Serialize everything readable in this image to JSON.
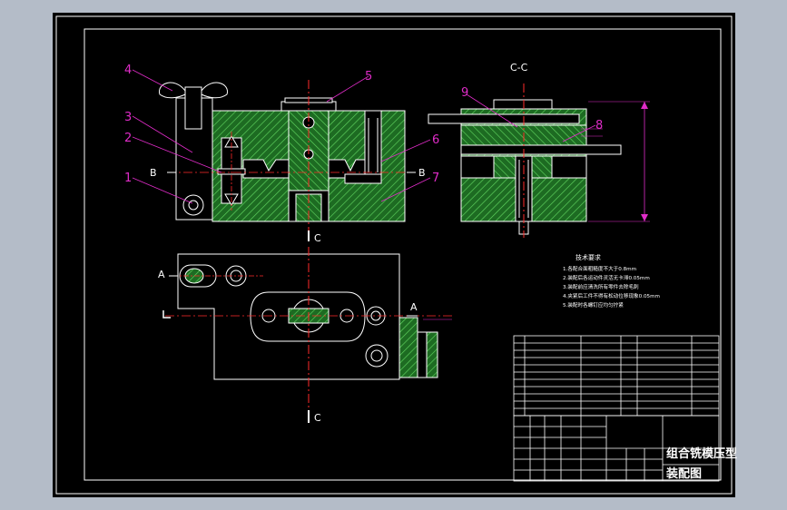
{
  "colors": {
    "canvas": "#b4bcc8",
    "paper": "#000000",
    "frame": "#ffffff",
    "outline": "#ffffff",
    "hatch_fill": "#1d6b22",
    "hatch_line": "#5fd35f",
    "center_line": "#ff2a2a",
    "leader": "#e02cc8",
    "dim_line": "#e02cc8",
    "bolt_fill": "#7a7a7a"
  },
  "view_labels": {
    "section_cc": "C-C",
    "cut_b_left": "B",
    "cut_b_right": "B",
    "cut_c_top": "C",
    "cut_c_bottom": "C",
    "cut_a_left": "A",
    "cut_a_right": "A"
  },
  "balloons": [
    "1",
    "2",
    "3",
    "4",
    "5",
    "6",
    "7",
    "8",
    "9"
  ],
  "tech_notes": {
    "title": "技术要求",
    "lines": [
      "1.各配合面粗糙度不大于0.8mm",
      "2.装配后各运动件灵活无卡滞0.05mm",
      "3.装配前应清洗所有零件去除毛刺",
      "4.夹紧后工件不得有松动位移现象0.05mm",
      "5.装配时各螺钉应均匀拧紧"
    ]
  },
  "title_block": {
    "drawing_name_line1": "组合铣模压型",
    "drawing_name_line2": "装配图"
  }
}
